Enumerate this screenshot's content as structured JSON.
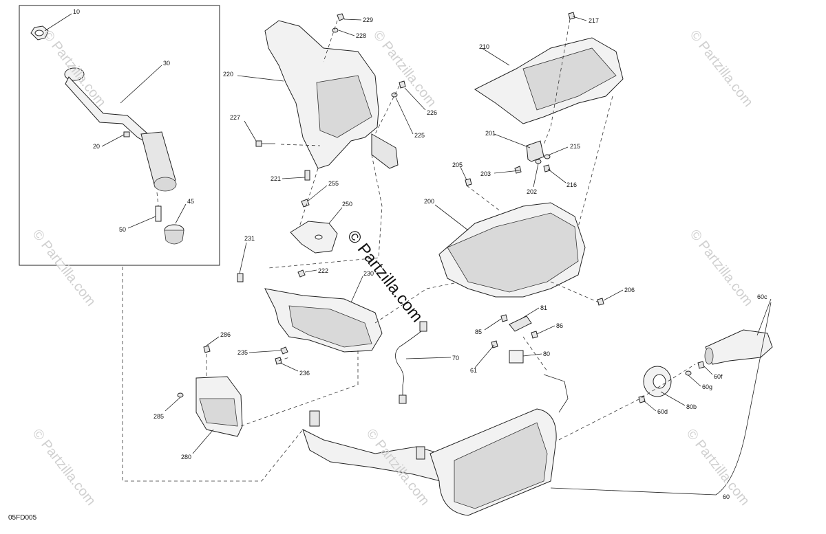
{
  "diagram_code": "05FD005",
  "watermark": {
    "center_text": "© Partzilla.com",
    "tile_text": "© Partzilla.com"
  },
  "callouts": {
    "c10": "10",
    "c30": "30",
    "c20": "20",
    "c45": "45",
    "c50": "50",
    "c220": "220",
    "c229": "229",
    "c228": "228",
    "c226": "226",
    "c225": "225",
    "c227": "227",
    "c221": "221",
    "c255": "255",
    "c250": "250",
    "c231": "231",
    "c222": "222",
    "c230": "230",
    "c286": "286",
    "c235": "235",
    "c236": "236",
    "c285": "285",
    "c280": "280",
    "c70": "70",
    "c210": "210",
    "c217": "217",
    "c201": "201",
    "c215": "215",
    "c203": "203",
    "c202": "202",
    "c216": "216",
    "c205": "205",
    "c200": "200",
    "c206": "206",
    "c81": "81",
    "c85": "85",
    "c86": "86",
    "c80": "80",
    "c61": "61",
    "c60c": "60c",
    "c60f": "60f",
    "c60g": "60g",
    "c80b": "80b",
    "c60d": "60d",
    "c60": "60"
  }
}
